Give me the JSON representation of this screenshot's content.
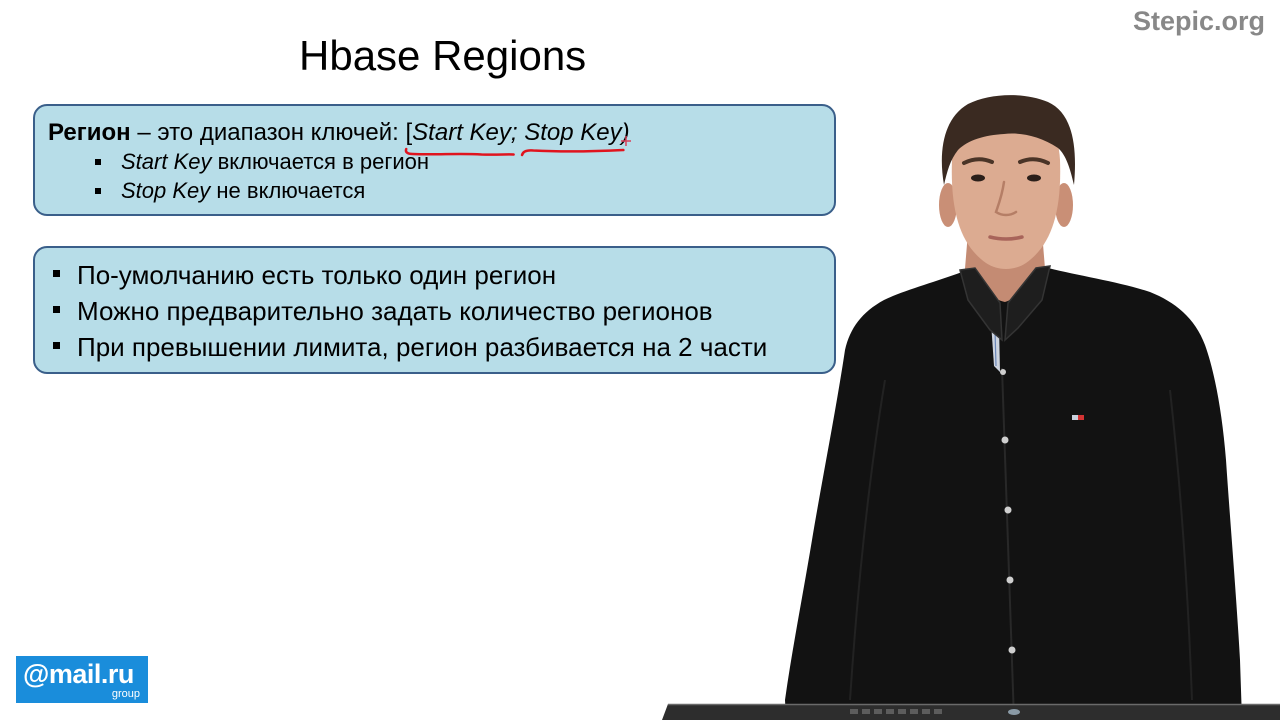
{
  "watermark": {
    "site": "Stepic.org"
  },
  "logo": {
    "main": "@mail.ru",
    "sub": "group"
  },
  "slide": {
    "title": "Hbase Regions",
    "definition": {
      "term": "Регион",
      "text": "– это диапазон ключей: [",
      "range": {
        "start": "Start Key",
        "separator": "; ",
        "end": "Stop Key",
        "close": ")"
      },
      "items": [
        {
          "key": "Start Key",
          "text": "включается в регион"
        },
        {
          "key": "Stop Key",
          "text": "не включается"
        }
      ]
    },
    "notes": [
      "По-умолчанию есть только один регион",
      "Можно предварительно задать количество регионов",
      "При превышении лимита, регион разбивается на 2 части"
    ]
  },
  "icons": [
    "square-bullet-icon",
    "pen-cursor-icon"
  ],
  "colors": {
    "box_fill": "#b7dde8",
    "box_border": "#3a5f8a",
    "annotation": "#e0141e",
    "watermark": "#888888",
    "logo_background": "#1a8ddb"
  }
}
